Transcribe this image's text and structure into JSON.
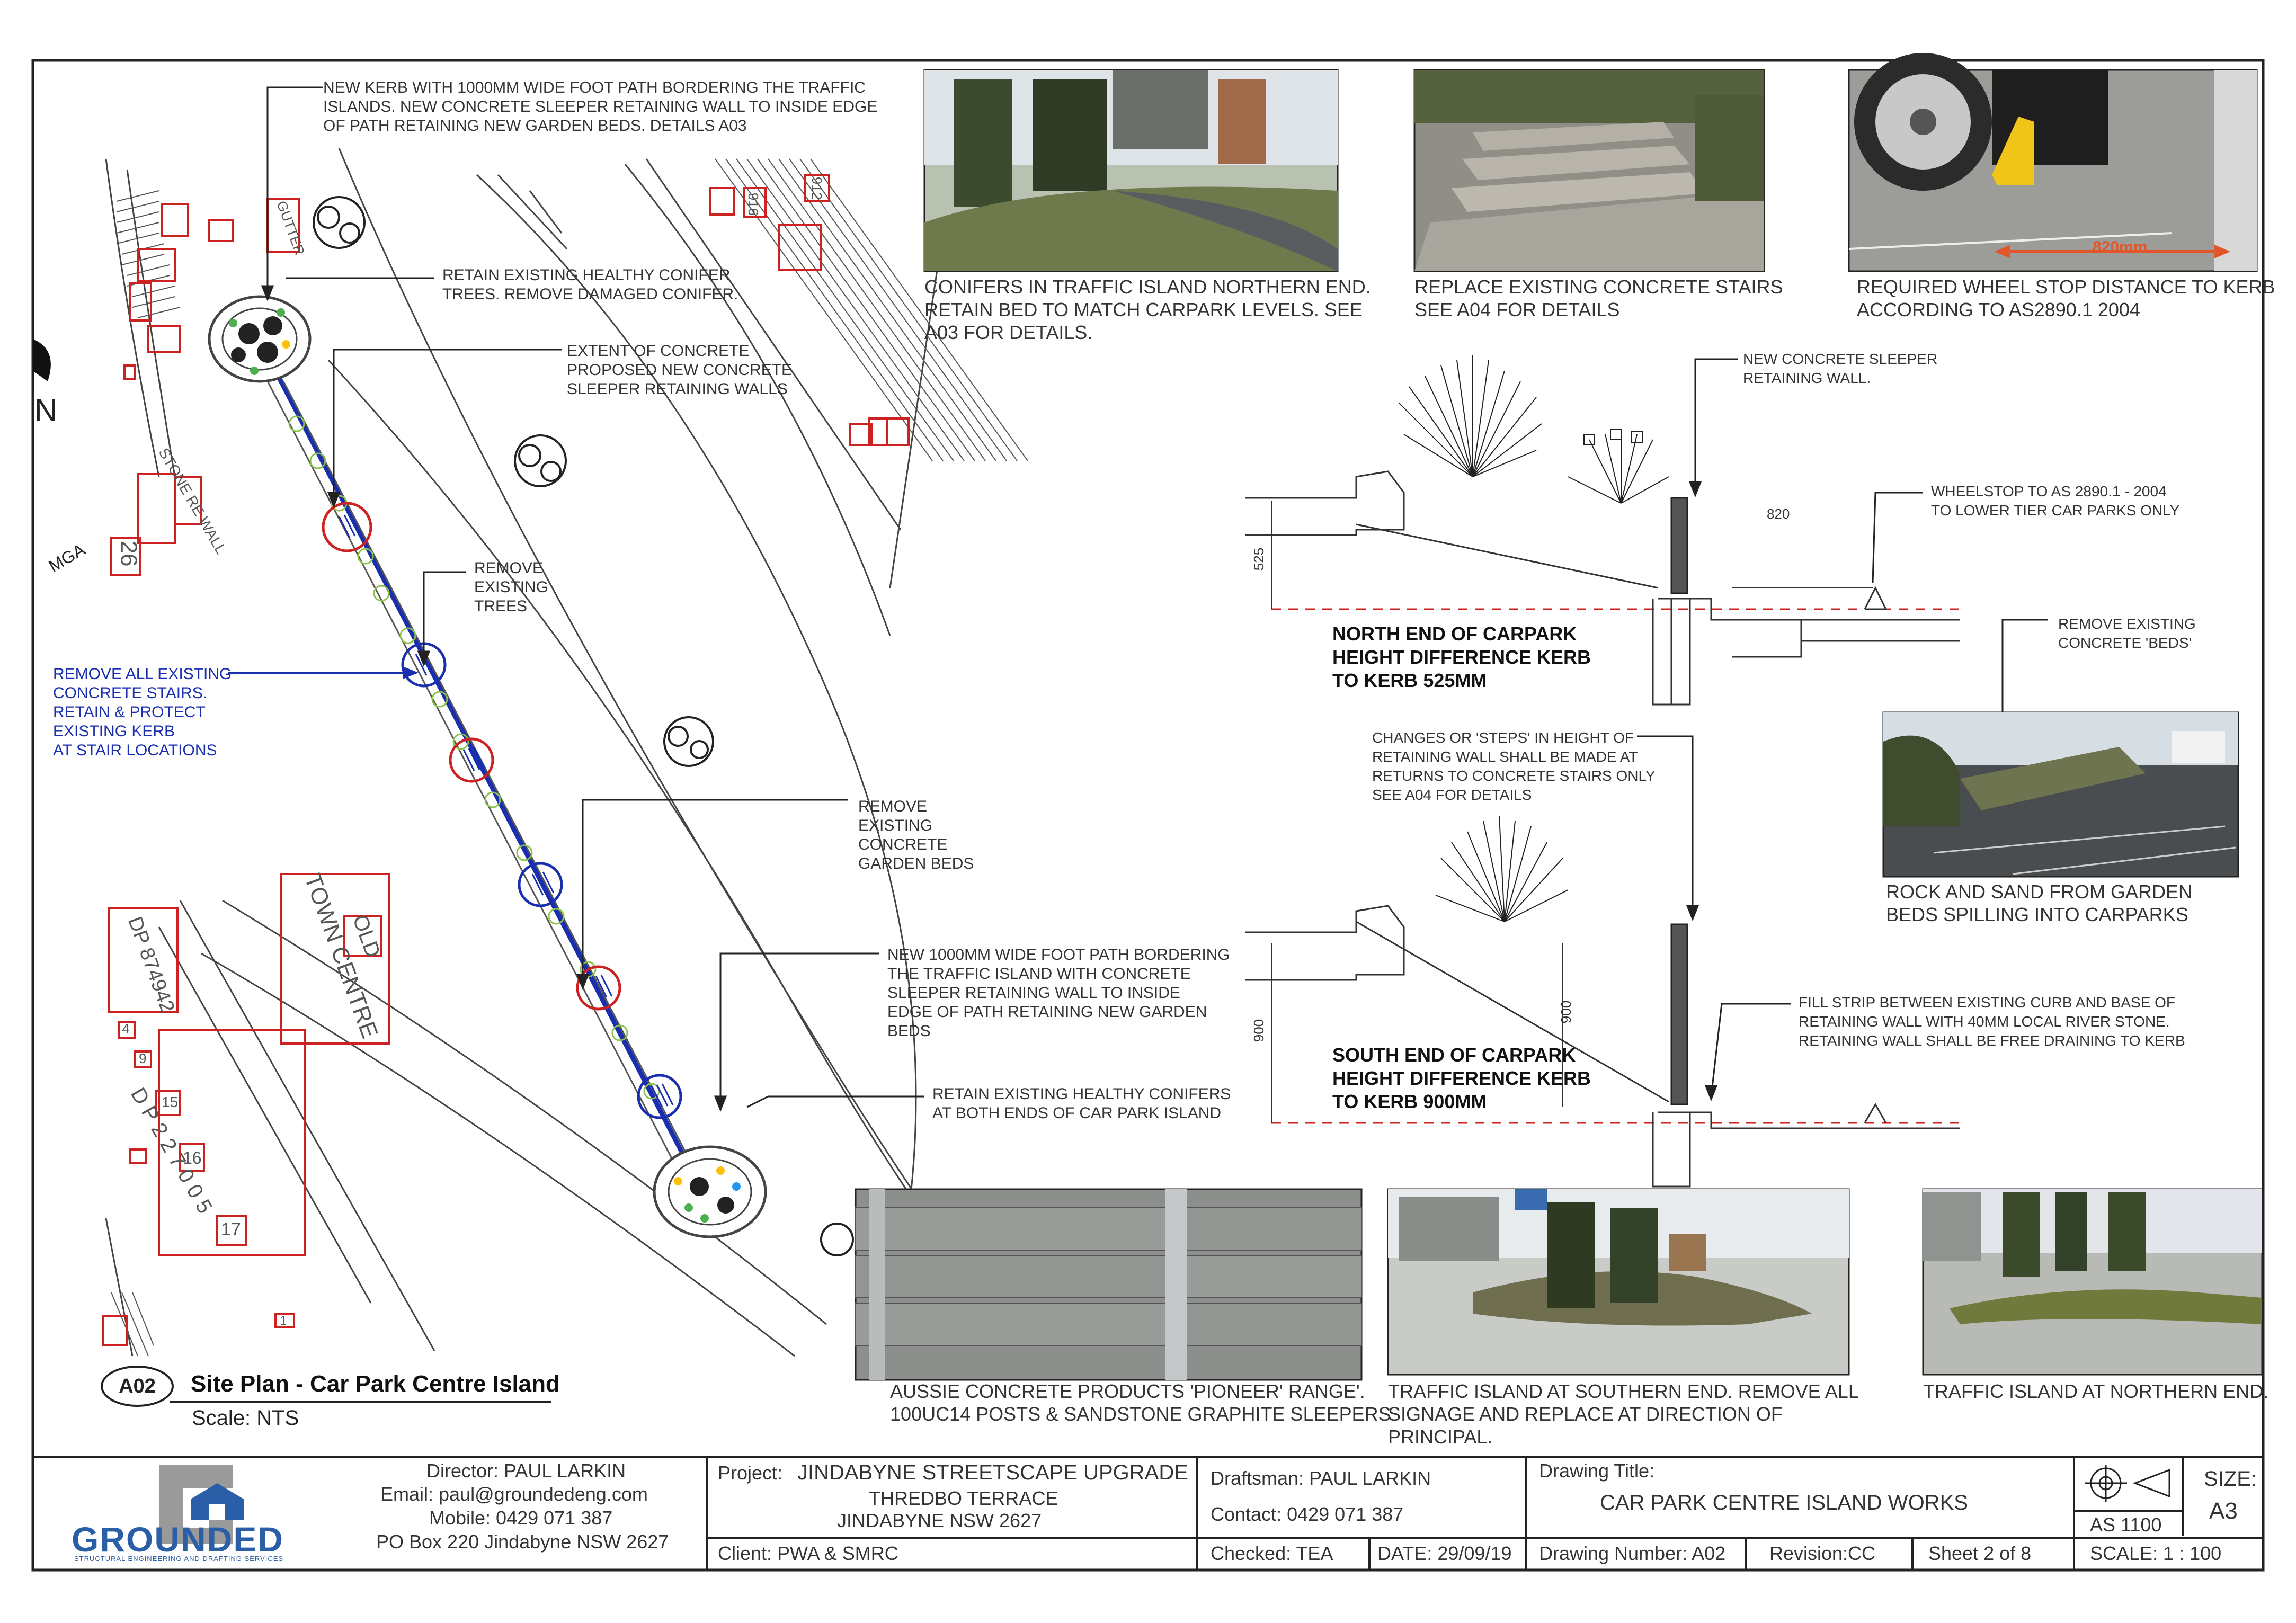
{
  "site_plan": {
    "sheet_ref": "A02",
    "title": "Site Plan - Car Park Centre Island",
    "scale": "Scale: NTS",
    "map_labels": {
      "mga": "MGA",
      "n": "N",
      "lot_26": "26",
      "dp_874942": "DP 874942",
      "town_centre": "TOWN CENTRE",
      "old": "OLD",
      "dp_227005": "D P 2 2 7 0 0 5",
      "lot_4": "4",
      "lot_9": "9",
      "lot_15": "15",
      "lot_16": "16",
      "lot_17": "17",
      "lot_1": "1",
      "lot_916": "916",
      "lot_912": "912",
      "stone_re_wall": "STONE RE WALL",
      "gutter": "GUTTER"
    }
  },
  "notes": {
    "new_kerb": "NEW KERB WITH 1000mm WIDE FOOT PATH BORDERING THE TRAFFIC\nISLANDS. NEW CONCRETE SLEEPER RETAINING WALL TO INSIDE EDGE\nOF PATH RETAINING NEW GARDEN BEDS. DETAILS A03",
    "retain_conifer": "RETAIN EXISTING HEALTHY CONIFER\nTREES. REMOVE DAMAGED CONIFER.",
    "extent_concrete": "EXTENT OF CONCRETE\nPROPOSED NEW CONCRETE\nSLEEPER RETAINING WALLS",
    "remove_trees": "REMOVE\nEXISTING\nTREES",
    "remove_stairs": "REMOVE  ALL EXISTING\nCONCRETE STAIRS.\nRETAIN & PROTECT\nEXISTING KERB\nAT STAIR LOCATIONS",
    "remove_beds": "REMOVE\nEXISTING\nCONCRETE\nGARDEN BEDS",
    "new_footpath": "NEW 1000mm WIDE FOOT PATH BORDERING\nTHE TRAFFIC ISLAND WITH CONCRETE\nSLEEPER RETAINING WALL TO INSIDE\nEDGE OF PATH RETAINING NEW GARDEN\nBEDS",
    "retain_conifers_both": "RETAIN EXISTING HEALTHY CONIFERS\nAT BOTH ENDS OF CAR PARK ISLAND"
  },
  "photos": {
    "conifers_north": "CONIFERS IN TRAFFIC ISLAND NORTHERN END.\nRETAIN BED TO MATCH CARPARK LEVELS. SEE\nA03 FOR DETAILS.",
    "stairs": "REPLACE EXISTING CONCRETE STAIRS\nSEE A04 FOR DETAILS",
    "wheelstop": "REQUIRED WHEEL STOP DISTANCE TO KERB\nACCORDING TO  AS2890.1 2004",
    "wheelstop_dim": "820mm",
    "rock_sand": "ROCK AND SAND FROM GARDEN\nBEDS SPILLING INTO CARPARKS",
    "aussie": "AUSSIE CONCRETE PRODUCTS 'PIONEER' RANGE'.\n100UC14 POSTS & SANDSTONE GRAPHITE SLEEPERS",
    "southern_island": "TRAFFIC ISLAND AT SOUTHERN END. REMOVE ALL\nSIGNAGE AND REPLACE AT DIRECTION OF\nPRINCIPAL.",
    "northern_island": "TRAFFIC ISLAND AT NORTHERN END."
  },
  "sections": {
    "north_title": "NORTH END OF CARPARK\nHEIGHT DIFFERENCE KERB\nTO KERB 525mm",
    "south_title": "SOUTH END OF CARPARK\nHEIGHT DIFFERENCE KERB\nTO KERB 900mm",
    "new_sleeper_wall": "NEW CONCRETE SLEEPER\nRETAINING WALL.",
    "wheelstop_note": "WHEELSTOP TO AS 2890.1 - 2004\nTO LOWER TIER CAR PARKS ONLY",
    "remove_beds": "REMOVE EXISTING\nCONCRETE 'BEDS'",
    "changes_steps": "CHANGES OR 'STEPS' IN HEIGHT OF\nRETAINING WALL SHALL BE MADE AT\nRETURNS TO CONCRETE STAIRS ONLY\nSEE A04 FOR DETAILS",
    "fill_strip": "FILL STRIP BETWEEN EXISTING CURB AND BASE OF\nRETAINING WALL WITH 40mm LOCAL RIVER STONE.\nRETAINING WALL SHALL BE FREE DRAINING TO KERB",
    "dim_820": "820",
    "dim_525": "525",
    "dim_900a": "900",
    "dim_900b": "900"
  },
  "title_block": {
    "company": "GROUNDED",
    "company_sub": "STRUCTURAL ENGINEERING AND DRAFTING SERVICES",
    "director": "Director: PAUL LARKIN",
    "email": "Email: paul@groundedeng.com",
    "mobile": "Mobile: 0429 071 387",
    "po_box": "PO Box 220 Jindabyne NSW 2627",
    "project_label": "Project:",
    "project": "JINDABYNE STREETSCAPE UPGRADE",
    "project_line2": "THREDBO TERRACE",
    "project_line3": "JINDABYNE NSW 2627",
    "client": "Client: PWA & SMRC",
    "draftsman": "Draftsman: PAUL LARKIN",
    "contact": "Contact: 0429 071 387",
    "checked": "Checked: TEA",
    "date": "DATE: 29/09/19",
    "drawing_title_label": "Drawing Title:",
    "drawing_title": "CAR PARK CENTRE ISLAND WORKS",
    "drawing_number": "Drawing Number: A02",
    "revision": "Revision:CC",
    "sheet": "Sheet  2 of 8",
    "standard": "AS 1100",
    "size_label": "SIZE:",
    "size": "A3",
    "scale": "SCALE: 1 : 100"
  },
  "colors": {
    "markup_red": "#cc2222",
    "markup_blue": "#1a2fb0",
    "line": "#333333",
    "brand_blue": "#2a5fa8",
    "brand_grey": "#9a9a9a"
  }
}
